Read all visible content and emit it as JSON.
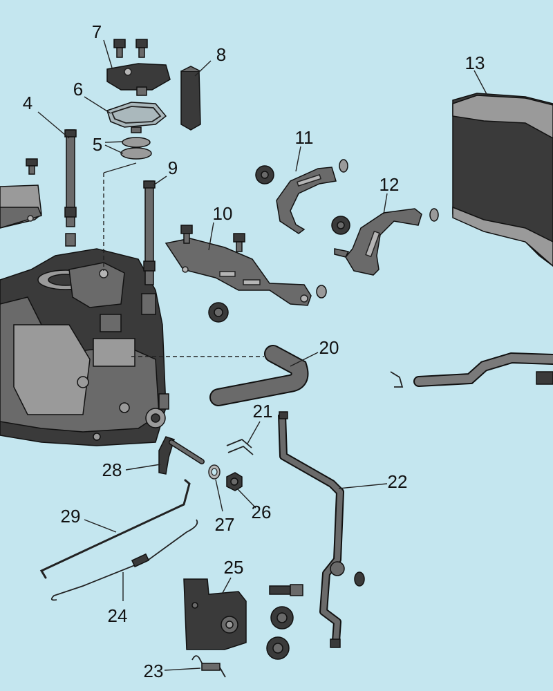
{
  "diagram": {
    "parts": [
      {
        "id": "p4",
        "label": "4"
      },
      {
        "id": "p5",
        "label": "5"
      },
      {
        "id": "p6",
        "label": "6"
      },
      {
        "id": "p7",
        "label": "7"
      },
      {
        "id": "p8",
        "label": "8"
      },
      {
        "id": "p9",
        "label": "9"
      },
      {
        "id": "p10",
        "label": "10"
      },
      {
        "id": "p11",
        "label": "11"
      },
      {
        "id": "p12",
        "label": "12"
      },
      {
        "id": "p13",
        "label": "13"
      },
      {
        "id": "p20",
        "label": "20"
      },
      {
        "id": "p21",
        "label": "21"
      },
      {
        "id": "p22",
        "label": "22"
      },
      {
        "id": "p23",
        "label": "23"
      },
      {
        "id": "p24",
        "label": "24"
      },
      {
        "id": "p25",
        "label": "25"
      },
      {
        "id": "p26",
        "label": "26"
      },
      {
        "id": "p27",
        "label": "27"
      },
      {
        "id": "p28",
        "label": "28"
      },
      {
        "id": "p29",
        "label": "29"
      }
    ]
  }
}
